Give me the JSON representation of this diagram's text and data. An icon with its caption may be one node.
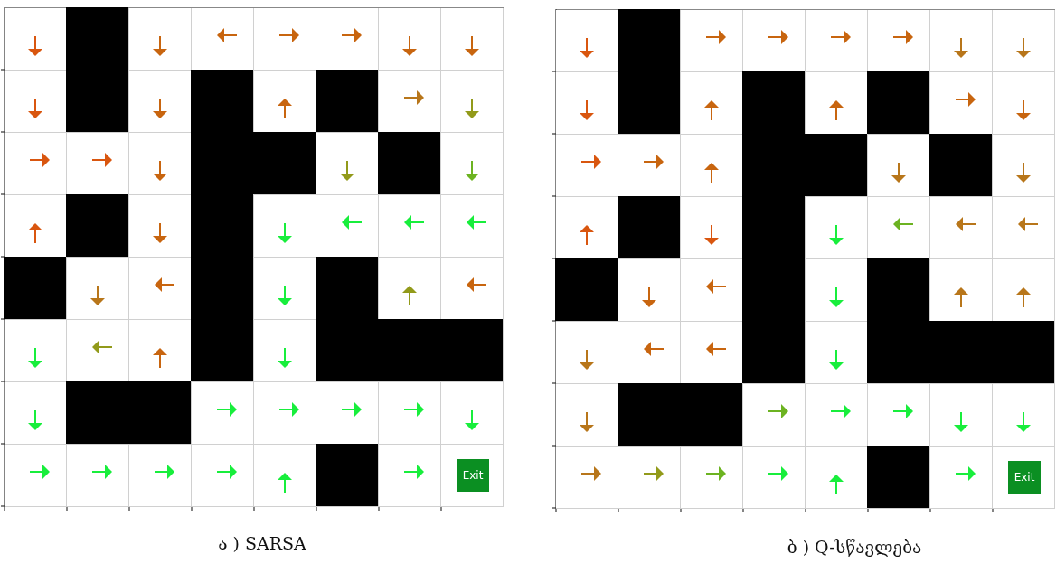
{
  "diagram": {
    "nodes": [
      {
        "text": [
          "Exit"
        ]
      },
      {
        "text": [
          "Exit"
        ]
      }
    ],
    "labels": [
      "ა ) SARSA",
      "ბ ) Q-სწავლება"
    ]
  }
}
